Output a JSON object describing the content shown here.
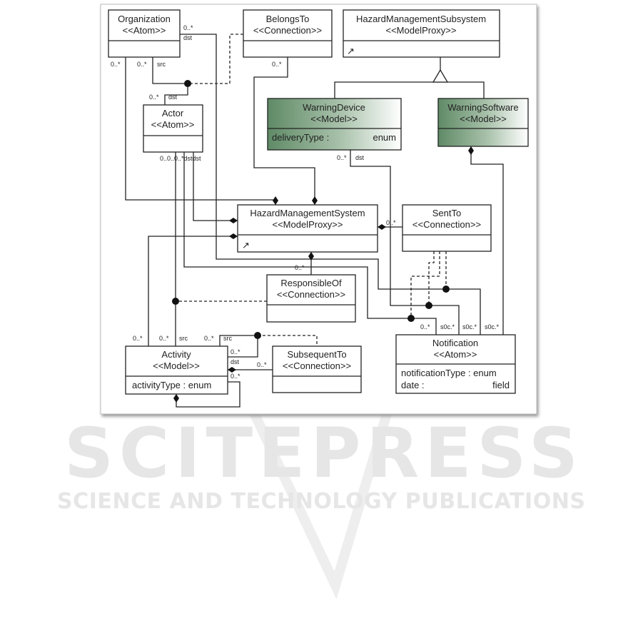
{
  "diagram": {
    "classes": [
      {
        "name": "Organization",
        "stereotype": "<<Atom>>"
      },
      {
        "name": "BelongsTo",
        "stereotype": "<<Connection>>"
      },
      {
        "name": "HazardManagementSubsystem",
        "stereotype": "<<ModelProxy>>"
      },
      {
        "name": "WarningDevice",
        "stereotype": "<<Model>>",
        "attr1": "deliveryType :",
        "attr1_type": "enum"
      },
      {
        "name": "WarningSoftware",
        "stereotype": "<<Model>>"
      },
      {
        "name": "Actor",
        "stereotype": "<<Atom>>"
      },
      {
        "name": "HazardManagementSystem",
        "stereotype": "<<ModelProxy>>"
      },
      {
        "name": "SentTo",
        "stereotype": "<<Connection>>"
      },
      {
        "name": "ResponsibleOf",
        "stereotype": "<<Connection>>"
      },
      {
        "name": "Activity",
        "stereotype": "<<Model>>",
        "attr1": "activityType : enum"
      },
      {
        "name": "SubsequentTo",
        "stereotype": "<<Connection>>"
      },
      {
        "name": "Notification",
        "stereotype": "<<Atom>>",
        "attr1": "notificationType : enum",
        "attr2": "date :",
        "attr2_type": "field"
      }
    ],
    "labels": [
      "0..*",
      "dst",
      "0..*",
      "0..*",
      "src",
      "0..*",
      "0..*",
      "dst",
      "0..0..0..*dstdst",
      "0..*",
      "dst",
      "0..*",
      "0..*",
      "0..*",
      "0..*",
      "src",
      "0..*",
      "src",
      "0..*",
      "dst",
      "0..*",
      "0..*",
      "0..*",
      "s0c.*",
      "s0c.*",
      "s0c.*"
    ],
    "proxy_icon": "↗",
    "colors": {
      "model_fill_dark": "#5f8a66",
      "model_fill_light": "#ffffff"
    }
  },
  "watermark": {
    "title": "SCITEPRESS",
    "subtitle": "SCIENCE AND TECHNOLOGY PUBLICATIONS"
  }
}
